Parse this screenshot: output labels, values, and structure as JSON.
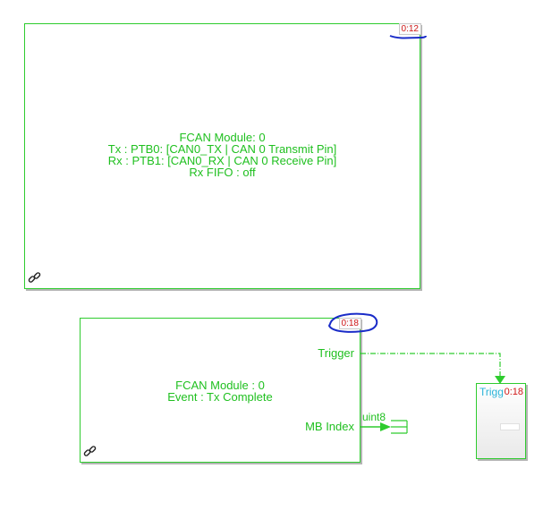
{
  "colors": {
    "block_border": "#2ecc2e",
    "block_text": "#20c020",
    "rate_text": "#d01818",
    "annotation": "#1a2cc8",
    "trigger_label": "#2bb3d8"
  },
  "blocks": {
    "fcan_config": {
      "sample_time": "0:12",
      "lines": [
        "FCAN Module: 0",
        "Tx : PTB0: [CAN0_TX | CAN 0 Transmit Pin]",
        "Rx : PTB1: [CAN0_RX | CAN 0 Receive Pin]",
        "Rx FIFO : off"
      ],
      "icon": "link-icon"
    },
    "fcan_isr": {
      "sample_time": "0:18",
      "lines": [
        "FCAN Module : 0",
        "Event : Tx Complete"
      ],
      "ports": {
        "trigger": "Trigger",
        "mb_index": "MB Index"
      },
      "icon": "link-icon"
    },
    "triggered_subsystem": {
      "label": "Trigg",
      "sample_time": "0:18"
    }
  },
  "signals": {
    "mb_index_type": "uint8"
  }
}
